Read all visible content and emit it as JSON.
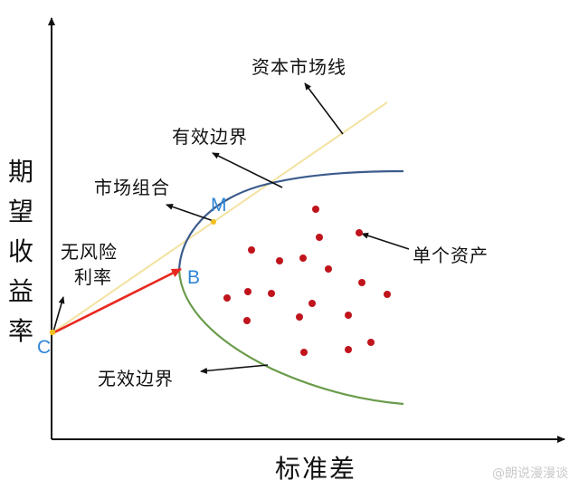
{
  "y_axis_label_chars": [
    "期",
    "望",
    "收",
    "益",
    "率"
  ],
  "x_axis_label": "标准差",
  "labels": {
    "cml": "资本市场线",
    "efficient_frontier": "有效边界",
    "market_portfolio": "市场组合",
    "risk_free_line1": "无风险",
    "risk_free_line2": "利率",
    "single_assets": "单个资产",
    "inefficient_frontier": "无效边界"
  },
  "points": {
    "M": "M",
    "B": "B",
    "C": "C"
  },
  "watermark": "@朗说漫漫谈",
  "colors": {
    "efficient_frontier": "#3b5b8c",
    "inefficient_frontier": "#6a9b4a",
    "cml": "#f3e2a0",
    "assets": "#c0141c",
    "highlight_arrow": "#e8281f",
    "point_labels": "#2f86d6",
    "axis": "#111111"
  }
}
